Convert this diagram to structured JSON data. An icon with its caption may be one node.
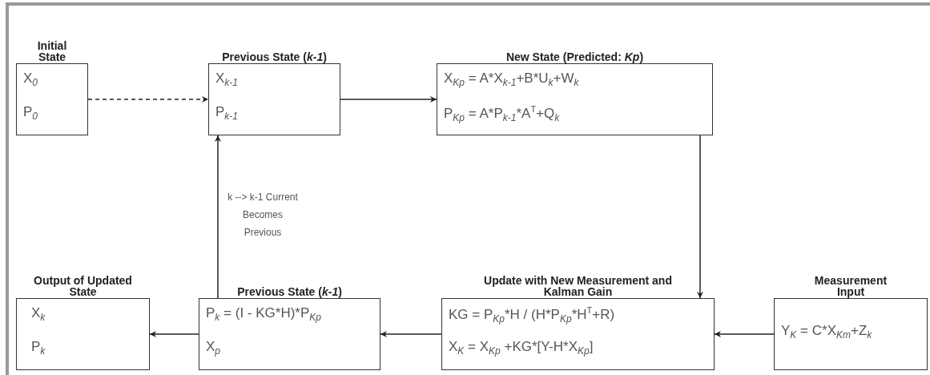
{
  "diagram": {
    "nodes": [
      {
        "text": [
          "Initial State",
          "X$_{0}$",
          "P$_{0}$"
        ]
      },
      {
        "text": [
          "Previous State (*k-1*)",
          "X$_{k-1}$",
          "P$_{k-1}$"
        ]
      },
      {
        "text": [
          "New State (Predicted: *Kp*)",
          "X$_{Kp}$ = A*X$_{k-1}$+B*U$_{k}$+W$_{k}$",
          "P$_{Kp}$ = A*P$_{k-1}$*A$^{T}$+Q$_{k}$"
        ]
      },
      {
        "text": [
          "Output of Updated State",
          "X$_{k}$",
          "P$_{k}$"
        ]
      },
      {
        "text": [
          "Previous State (*k-1*)",
          "P$_{k}$ = (I - KG*H)*P$_{Kp}$",
          "X$_{p}$"
        ]
      },
      {
        "text": [
          "Update with New Measurement and Kalman Gain",
          "KG = P$_{Kp}$*H / (H*P$_{Kp}$*H$^{T}$+R)",
          "X$_{K}$ = X$_{Kp}$ +KG*[Y-H*X$_{Kp}$]"
        ]
      },
      {
        "text": [
          "Measurement Input",
          "Y$_{K}$ = C*X$_{Km}$+Z$_{k}$"
        ]
      }
    ],
    "edges": [
      {
        "from": 0,
        "to": 1,
        "arrow": "to",
        "style": "dashed"
      },
      {
        "from": 1,
        "to": 2,
        "arrow": "to"
      },
      {
        "from": 2,
        "to": 5,
        "arrow": "to"
      },
      {
        "from": 6,
        "to": 5,
        "arrow": "to"
      },
      {
        "from": 5,
        "to": 4,
        "arrow": "to"
      },
      {
        "from": 4,
        "to": 3,
        "arrow": "to"
      },
      {
        "from": 4,
        "to": 1,
        "arrow": "to",
        "label": "k --> k-1 Current Becomes Previous"
      }
    ]
  }
}
